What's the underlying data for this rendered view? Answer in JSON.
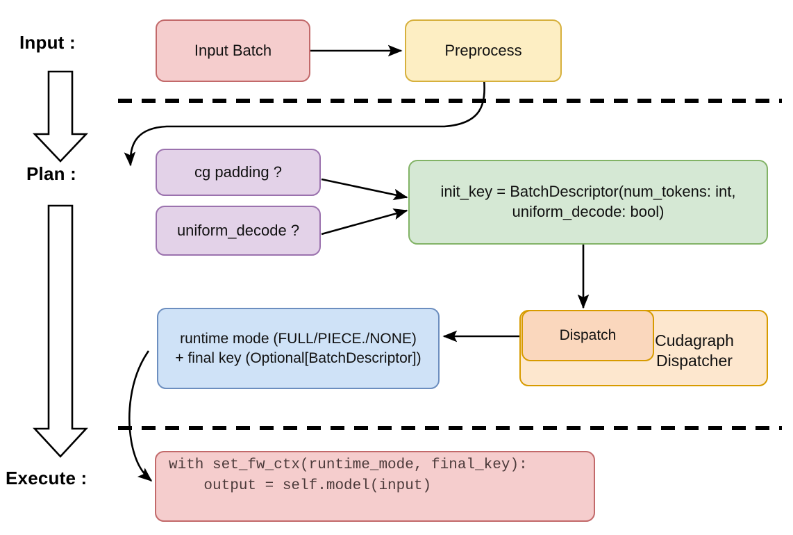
{
  "diagram": {
    "title_stages": [
      {
        "label": "Input :"
      },
      {
        "label": "Plan :"
      },
      {
        "label": "Execute :"
      }
    ],
    "nodes": {
      "input_batch": {
        "label": "Input Batch",
        "fill": "#f5cdcd",
        "stroke": "#c2696a"
      },
      "preprocess": {
        "label": "Preprocess",
        "fill": "#fdeec3",
        "stroke": "#d6b03c"
      },
      "cg_padding": {
        "label": "cg padding ?",
        "fill": "#e3d2e8",
        "stroke": "#9b72ae"
      },
      "uniform_decode": {
        "label": "uniform_decode ?",
        "fill": "#e3d2e8",
        "stroke": "#9b72ae"
      },
      "init_key": {
        "line1": "init_key = BatchDescriptor(num_tokens: int,",
        "line2": "uniform_decode: bool)",
        "fill": "#d5e8d4",
        "stroke": "#82b366"
      },
      "dispatch": {
        "label": "Dispatch",
        "fill": "#fad7bd",
        "stroke": "#d79b00"
      },
      "cudagraph_dispatcher": {
        "label": "Cudagraph\nDispatcher",
        "fill": "#fde7ce",
        "stroke": "#d79b00"
      },
      "runtime_mode": {
        "line1": "runtime mode (FULL/PIECE./NONE)",
        "line2": "+ final key (Optional[BatchDescriptor])",
        "fill": "#cfe2f7",
        "stroke": "#6c8ebf"
      },
      "execute_code": {
        "line1": "with set_fw_ctx(runtime_mode, final_key):",
        "line2": "    output = self.model(input)",
        "fill": "#f5cdcd",
        "stroke": "#c2696a"
      }
    },
    "separators": [
      {
        "name": "input-plan-divider"
      },
      {
        "name": "plan-execute-divider"
      }
    ],
    "flow_arrows": [
      {
        "from": "input_batch",
        "to": "preprocess"
      },
      {
        "from": "preprocess",
        "to": "cg_padding"
      },
      {
        "from": "cg_padding",
        "to": "init_key"
      },
      {
        "from": "uniform_decode",
        "to": "init_key"
      },
      {
        "from": "init_key",
        "to": "dispatch"
      },
      {
        "from": "dispatch",
        "to": "runtime_mode"
      },
      {
        "from": "runtime_mode",
        "to": "execute_code"
      }
    ],
    "stage_arrows": [
      {
        "name": "input-to-plan-block-arrow"
      },
      {
        "name": "plan-to-execute-block-arrow"
      }
    ],
    "colors": {
      "line": "#000000",
      "background": "#ffffff",
      "block_arrow_fill": "#ffffff",
      "block_arrow_stroke": "#000000"
    }
  }
}
